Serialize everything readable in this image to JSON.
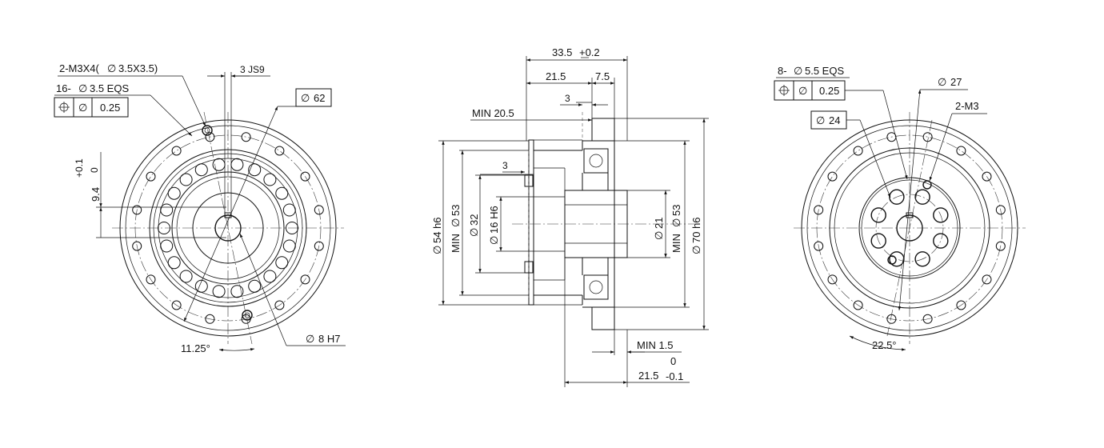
{
  "left_view": {
    "callout_thread": "2-M3X4(",
    "callout_thread_dia": "3.5X3.5)",
    "callout_holes": "16-",
    "callout_holes_dia": "3.5 EQS",
    "fcf_tolerance": "0.25",
    "keyway": "3 JS9",
    "bore_dia": "62",
    "shaft_dia": "8 H7",
    "height": "9.4",
    "height_tol_upper": "+0.1",
    "height_tol_lower": "0",
    "angle": "11.25°"
  },
  "middle_view": {
    "overall_length": "33.5",
    "overall_length_tol": "+0.2",
    "len_a": "21.5",
    "len_b": "7.5",
    "len_c": "3",
    "min_20_5": "MIN 20.5",
    "left_step": "3",
    "dia_54": "54 h6",
    "min_53_left_prefix": "MIN",
    "min_53_left": "53",
    "dia_32": "32",
    "dia_16": "16 H6",
    "dia_21": "21",
    "min_53_right_prefix": "MIN",
    "min_53_right": "53",
    "dia_70": "70 h6",
    "min_1_5": "MIN 1.5",
    "bottom_len": "21.5",
    "bottom_tol_upper": "0",
    "bottom_tol_lower": "-0.1"
  },
  "right_view": {
    "callout_holes": "8-",
    "callout_holes_dia": "5.5 EQS",
    "fcf_tolerance": "0.25",
    "dia_27": "27",
    "dia_24": "24",
    "thread": "2-M3",
    "angle": "22.5°"
  },
  "symbols": {
    "diameter": "∅",
    "position": "⌖"
  }
}
